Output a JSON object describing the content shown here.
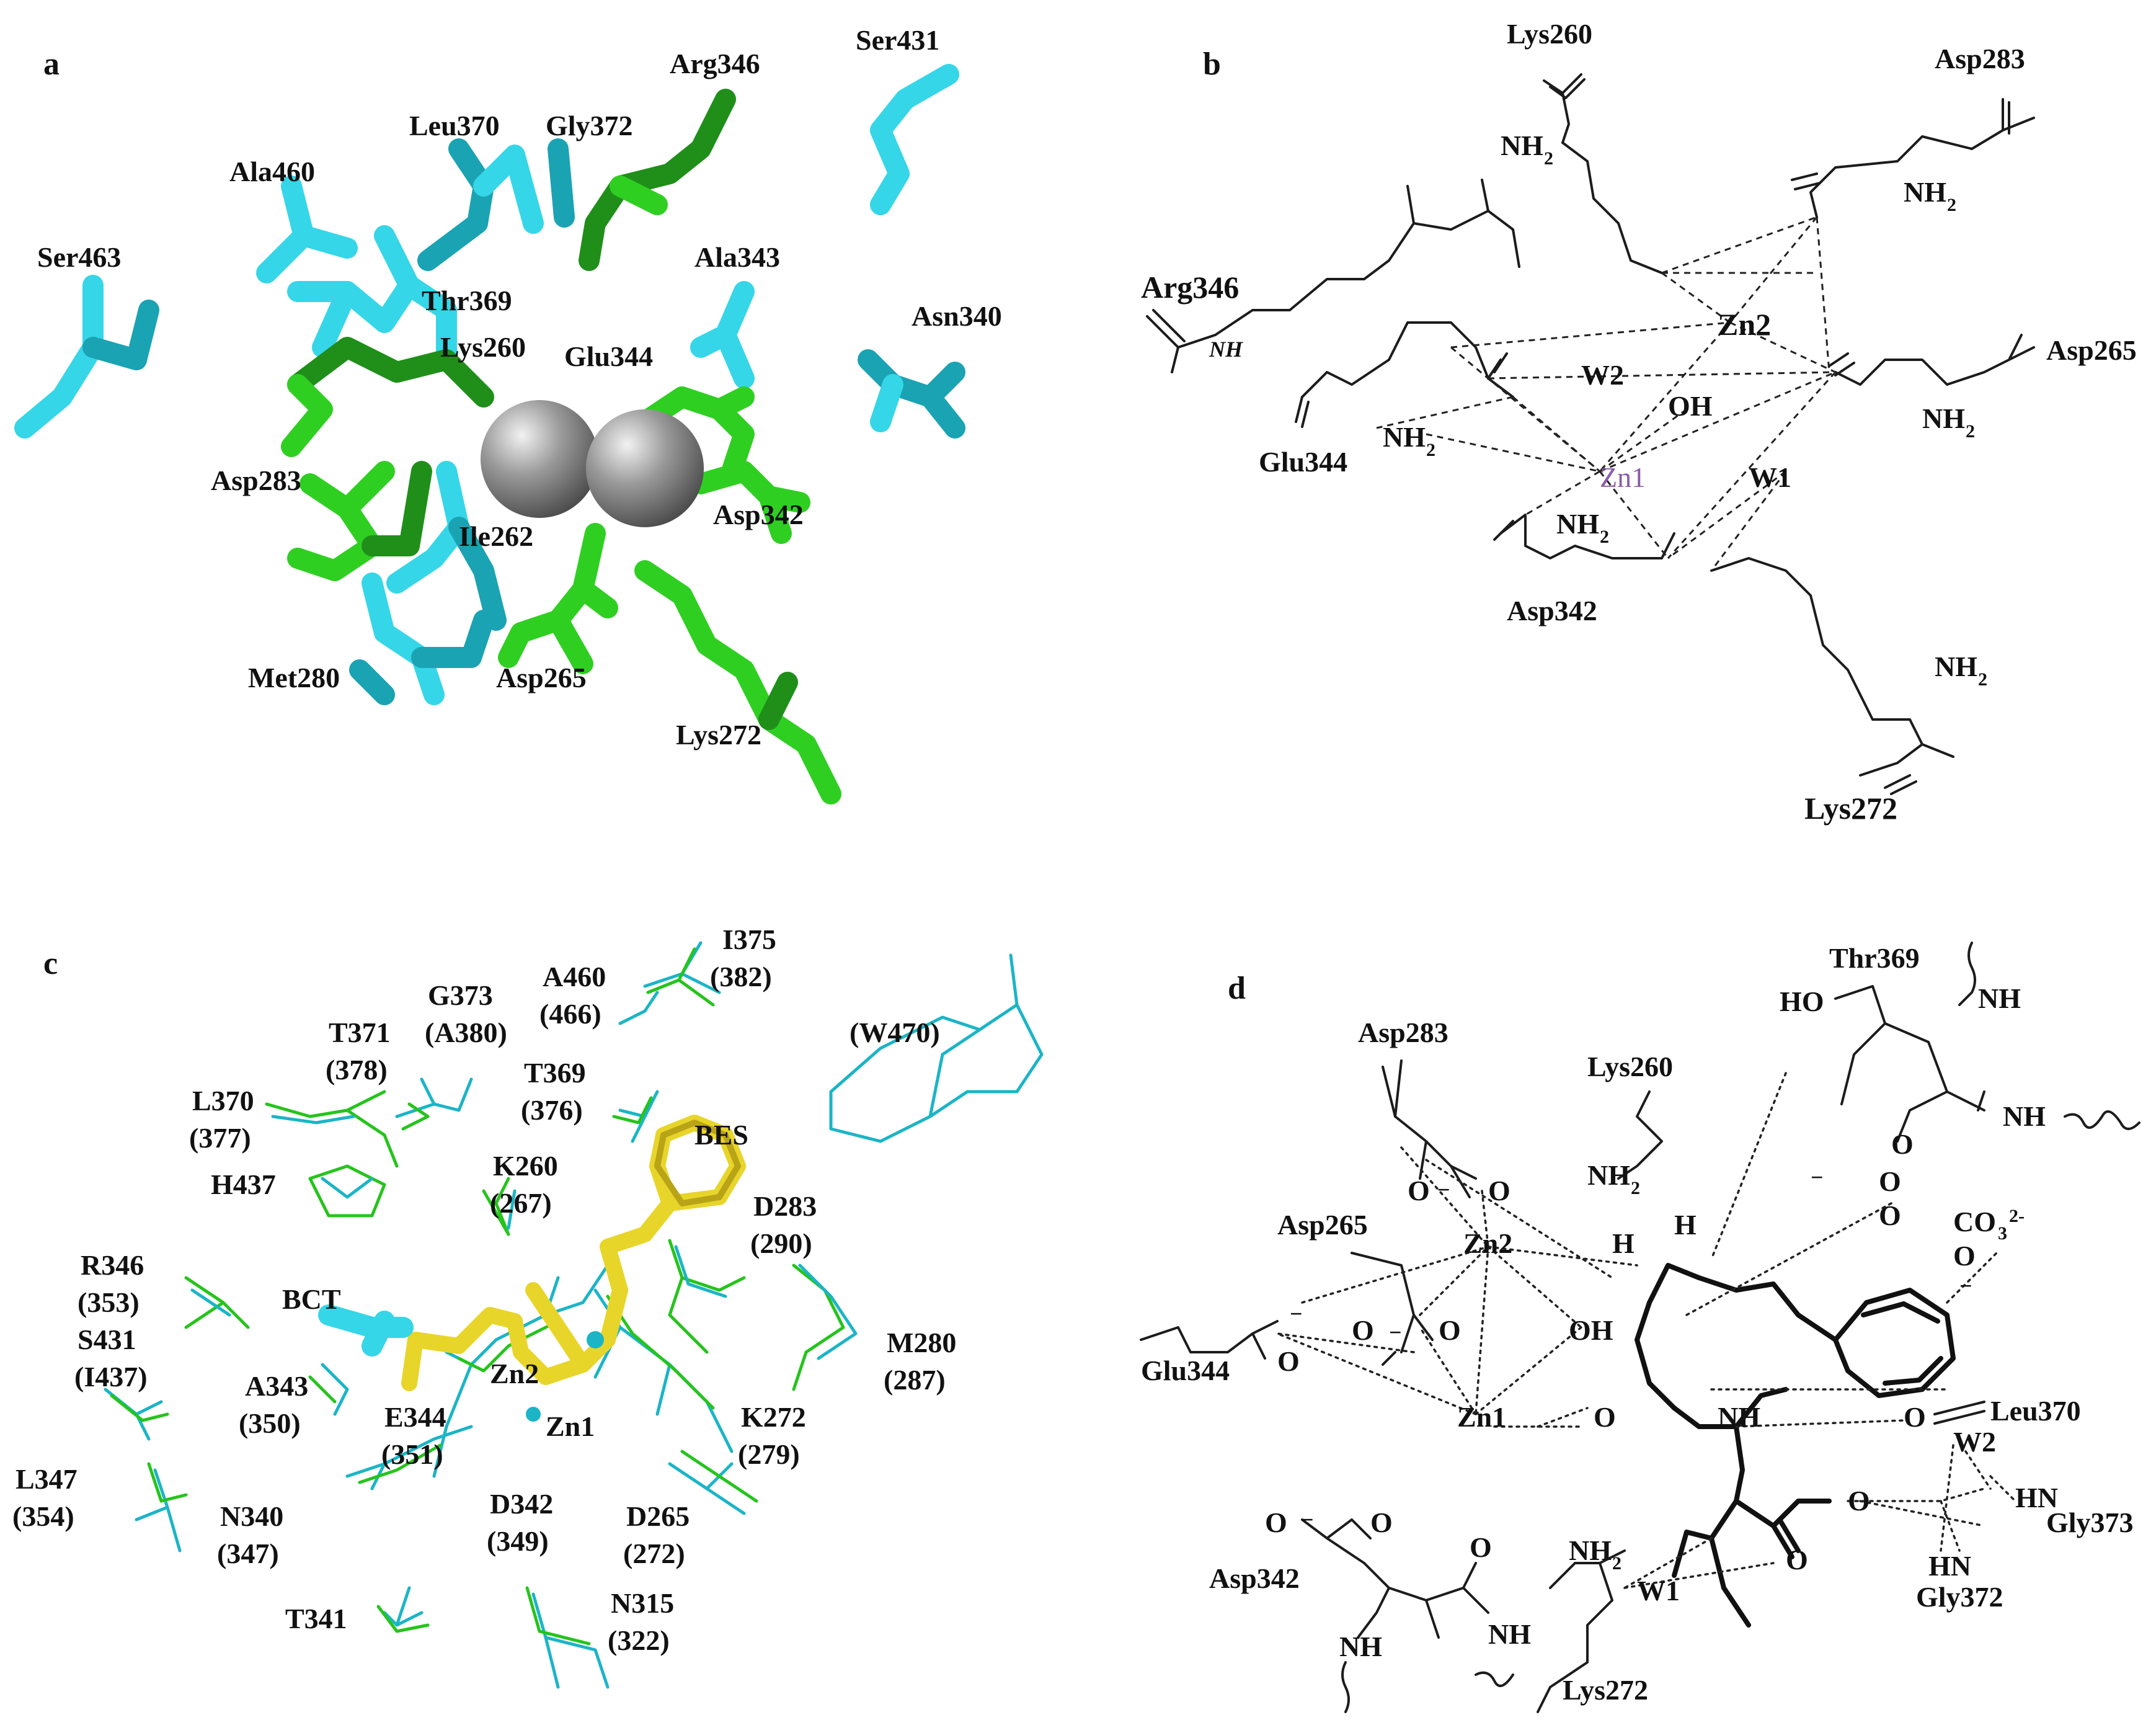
{
  "panels": {
    "a": {
      "letter": "a",
      "labels": {
        "Ser431": "Ser431",
        "Arg346": "Arg346",
        "Leu370": "Leu370",
        "Gly372": "Gly372",
        "Ala460": "Ala460",
        "Ser463": "Ser463",
        "Thr369": "Thr369",
        "Ala343": "Ala343",
        "Lys260": "Lys260",
        "Asn340": "Asn340",
        "Glu344": "Glu344",
        "Asp283": "Asp283",
        "Asp342": "Asp342",
        "Ile262": "Ile262",
        "Met280": "Met280",
        "Asp265": "Asp265",
        "Lys272": "Lys272"
      }
    },
    "b": {
      "letter": "b",
      "labels": {
        "Lys260": "Lys260",
        "Asp283": "Asp283",
        "Arg346": "Arg346",
        "Zn2": "Zn2",
        "Asp265": "Asp265",
        "W2": "W2",
        "OH": "OH",
        "Glu344": "Glu344",
        "Zn1": "Zn1",
        "W1": "W1",
        "Asp342": "Asp342",
        "Lys272": "Lys272",
        "NH2_a": "NH",
        "NH2_b": "NH",
        "NH2_c": "NH",
        "NH2_d": "NH",
        "NH2_e": "NH",
        "NH2_f": "NH",
        "sub2": "2",
        "NH": "NH"
      },
      "zn1_color": "#8b5ca8"
    },
    "c": {
      "letter": "c",
      "labels": {
        "I375": "I375",
        "I375b": "(382)",
        "A460": "A460",
        "A460b": "(466)",
        "G373": "G373",
        "G373b": "(A380)",
        "T371": "T371",
        "T371b": "(378)",
        "W470": "(W470)",
        "T369": "T369",
        "T369b": "(376)",
        "L370": "L370",
        "L370b": "(377)",
        "BES": "BES",
        "H437": "H437",
        "K260": "K260",
        "K260b": "(267)",
        "D283": "D283",
        "D283b": "(290)",
        "R346": "R346",
        "R346b": "(353)",
        "BCT": "BCT",
        "S431": "S431",
        "S431b": "(I437)",
        "M280": "M280",
        "M280b": "(287)",
        "Zn2": "Zn2",
        "A343": "A343",
        "A343b": "(350)",
        "E344": "E344",
        "E344b": "(351)",
        "Zn1": "Zn1",
        "K272": "K272",
        "K272b": "(279)",
        "L347": "L347",
        "L347b": "(354)",
        "N340": "N340",
        "N340b": "(347)",
        "D342": "D342",
        "D342b": "(349)",
        "D265": "D265",
        "D265b": "(272)",
        "T341": "T341",
        "N315": "N315",
        "N315b": "(322)"
      }
    },
    "d": {
      "letter": "d",
      "labels": {
        "Thr369": "Thr369",
        "HO": "HO",
        "NH_top": "NH",
        "NH_right": "NH",
        "Asp283": "Asp283",
        "Lys260": "Lys260",
        "NH2_top": "NH",
        "sub2": "2",
        "Asp265": "Asp265",
        "Zn2": "Zn2",
        "H1": "H",
        "H2": "H",
        "CO3": "CO",
        "CO3sup": "2-",
        "CO3sub": "3",
        "OH": "OH",
        "Glu344": "Glu344",
        "Zn1": "Zn1",
        "NH_mid": "NH",
        "Leu370": "Leu370",
        "W2": "W2",
        "HN1": "HN",
        "Gly373": "Gly373",
        "HN2": "HN",
        "Gly372": "Gly372",
        "Asp342": "Asp342",
        "NH2_bot": "NH",
        "W1": "W1",
        "NH_bl": "NH",
        "NH_bm": "NH",
        "Lys272": "Lys272",
        "O": "O",
        "minus": "−"
      }
    }
  }
}
